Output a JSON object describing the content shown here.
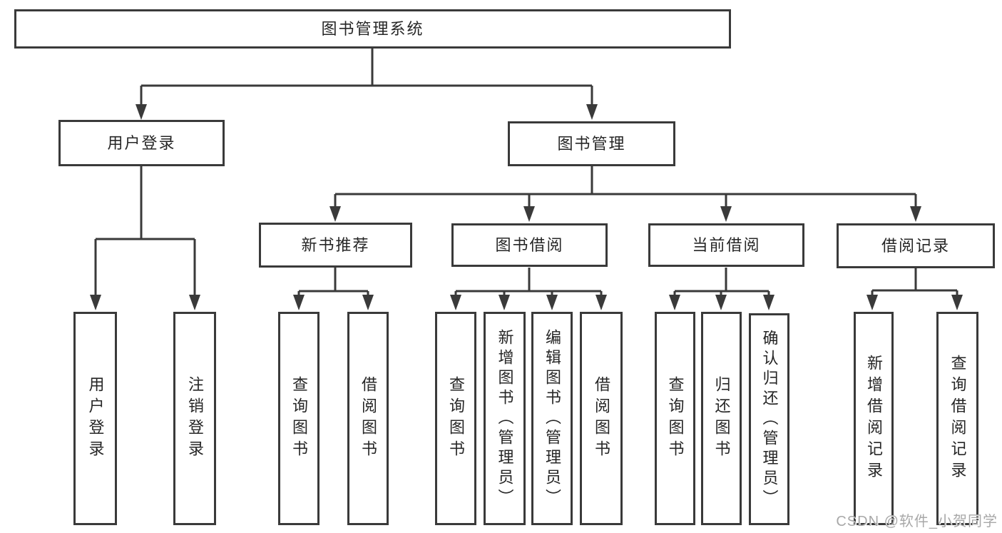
{
  "nodes": {
    "root": "图书管理系统",
    "user_login": "用户登录",
    "book_mgmt": "图书管理",
    "new_books": "新书推荐",
    "book_borrow": "图书借阅",
    "current_borrow": "当前借阅",
    "borrow_records": "借阅记录",
    "leaf_user_login": "用户登录",
    "leaf_logout": "注销登录",
    "leaf_query_books_1": "查询图书",
    "leaf_borrow_books_1": "借阅图书",
    "leaf_query_books_2": "查询图书",
    "leaf_add_book": "新增图书（管理员）",
    "leaf_edit_book": "编辑图书（管理员）",
    "leaf_borrow_books_2": "借阅图书",
    "leaf_query_books_3": "查询图书",
    "leaf_return_book": "归还图书",
    "leaf_confirm_return": "确认归还（管理员）",
    "leaf_add_record": "新增借阅记录",
    "leaf_query_record": "查询借阅记录"
  },
  "watermark": "CSDN @软件_小贺同学",
  "colors": {
    "line": "#3a3a3a",
    "text": "#262626",
    "watermark": "#a8a8a8",
    "background": "#ffffff"
  }
}
